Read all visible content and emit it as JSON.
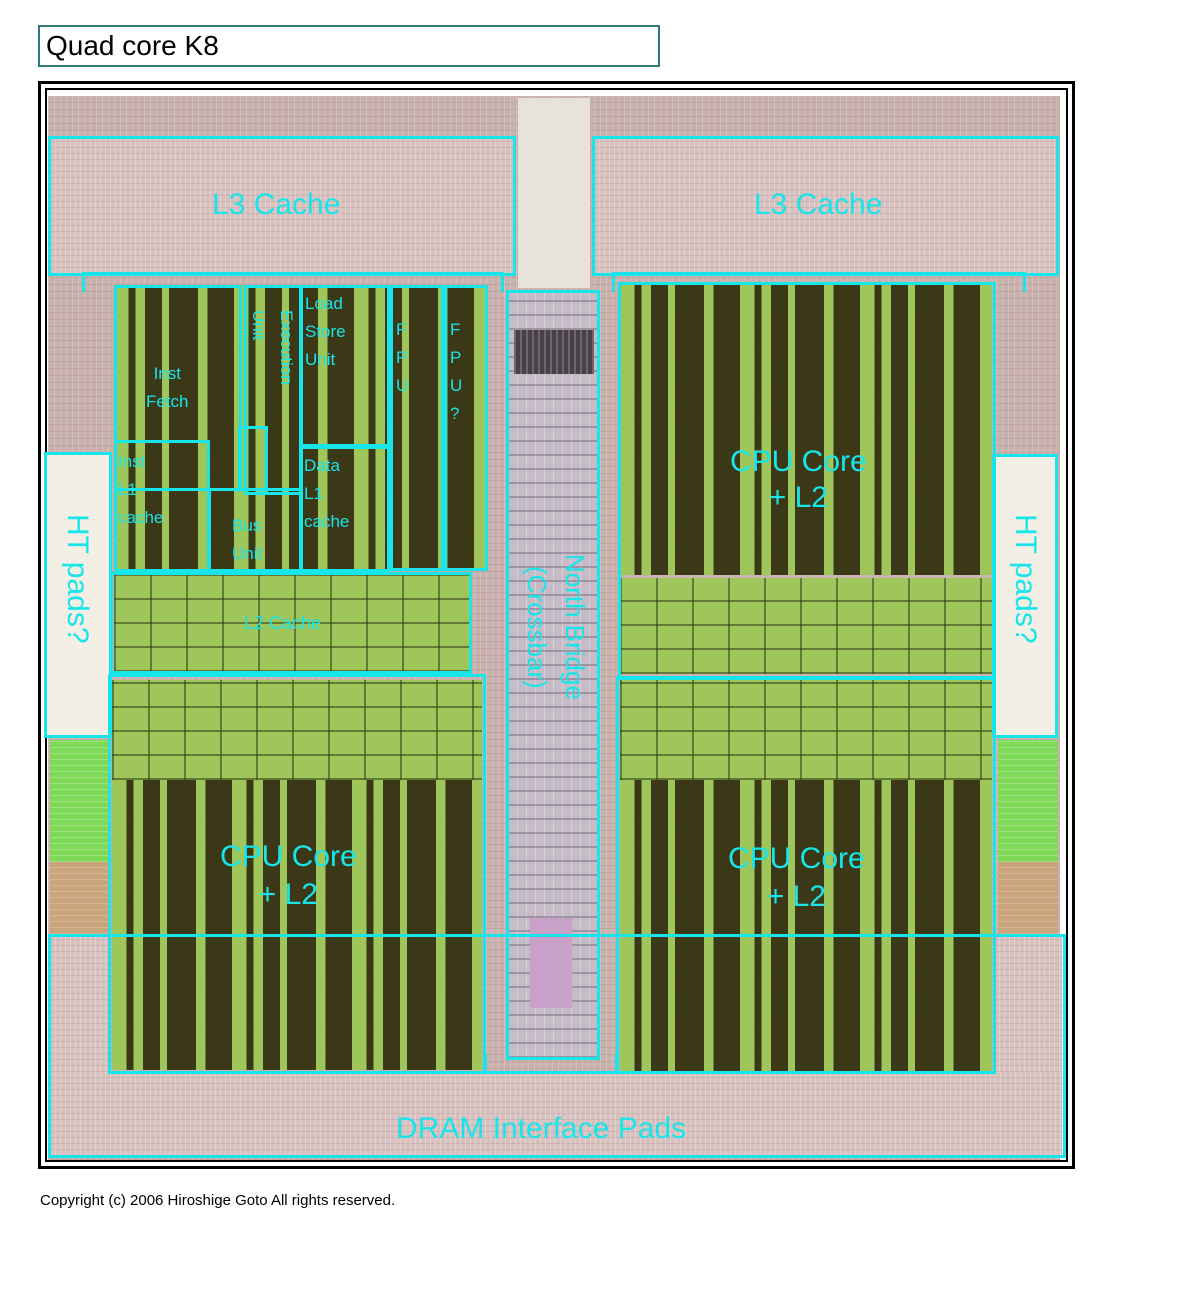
{
  "title": "Quad core K8",
  "copyright": "Copyright (c) 2006 Hiroshige Goto All rights reserved.",
  "labels": {
    "l3_left": "L3 Cache",
    "l3_right": "L3 Cache",
    "inst_fetch": "Inst\nFetch",
    "execution_unit": "Execution\nUnit",
    "load_store_unit": "Load\nStore\nUnit",
    "fpu": "F\nP\nU",
    "fpu_q": "F\nP\nU\n?",
    "inst_l1_cache": "Inst\nL1\ncache",
    "bus_unit": "Bus\nUnit",
    "data_l1_cache": "Data\nL1\ncache",
    "l2_cache": "L2 Cache",
    "north_bridge": "North Bridge\n(Crossbar)",
    "ht_pads_left": "HT pads?",
    "ht_pads_right": "HT pads?",
    "cpu_core_top_right": "CPU Core\n+ L2",
    "cpu_core_bottom_left": "CPU Core\n+ L2",
    "cpu_core_bottom_right": "CPU Core\n+ L2",
    "dram_pads": "DRAM Interface Pads"
  }
}
